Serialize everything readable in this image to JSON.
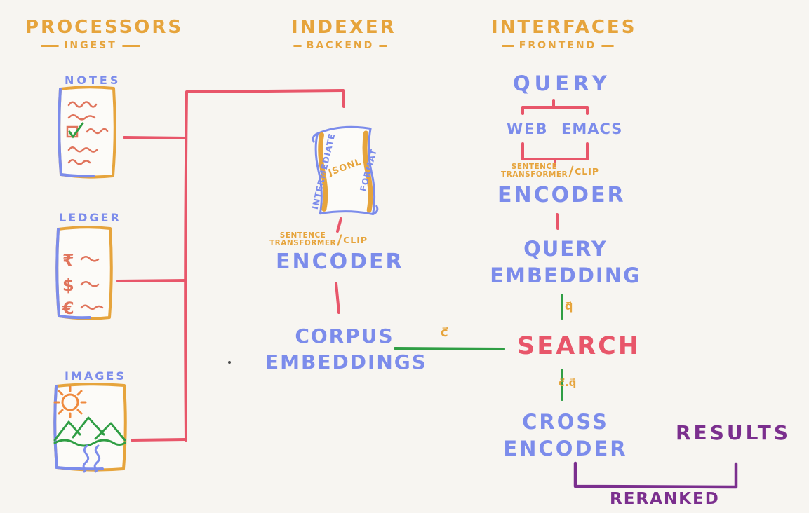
{
  "colors": {
    "bg": "#f7f5f1",
    "yellow": "#e6a43c",
    "blue": "#7c8ceb",
    "red": "#e8566a",
    "green": "#2f9e44",
    "purple": "#7b2f8e",
    "ink": "#e0745c",
    "sun": "#ef8a3e",
    "paper": "#fcfbf8"
  },
  "headers": {
    "processors": {
      "title": "PROCESSORS",
      "subtitle": "INGEST"
    },
    "indexer": {
      "title": "INDEXER",
      "subtitle": "BACKEND"
    },
    "interfaces": {
      "title": "INTERFACES",
      "subtitle": "FRONTEND"
    }
  },
  "processors": {
    "notes_label": "NOTES",
    "ledger_label": "LEDGER",
    "images_label": "IMAGES",
    "ledger_currencies": [
      "₹",
      "$",
      "€"
    ]
  },
  "indexer": {
    "scroll_side_left": "INTERMEDIATE",
    "scroll_center": "JSONL",
    "scroll_side_right": "FORMAT",
    "model_line1": "SENTENCE",
    "model_line2": "TRANSFORMER",
    "model_alt": "CLIP",
    "encoder_label": "ENCODER",
    "corpus_line1": "CORPUS",
    "corpus_line2": "EMBEDDINGS",
    "corpus_vector": "c⃗"
  },
  "interfaces": {
    "query_label": "QUERY",
    "web_label": "WEB",
    "emacs_label": "EMACS",
    "model_line1": "SENTENCE",
    "model_line2": "TRANSFORMER",
    "model_alt": "CLIP",
    "encoder_label": "ENCODER",
    "query_embedding_line1": "QUERY",
    "query_embedding_line2": "EMBEDDING",
    "query_vector": "q⃗",
    "search_label": "SEARCH",
    "dot_product": "c⃗.q⃗",
    "cross_encoder_line1": "CROSS",
    "cross_encoder_line2": "ENCODER",
    "results_label": "RESULTS",
    "reranked_label": "RERANKED"
  }
}
